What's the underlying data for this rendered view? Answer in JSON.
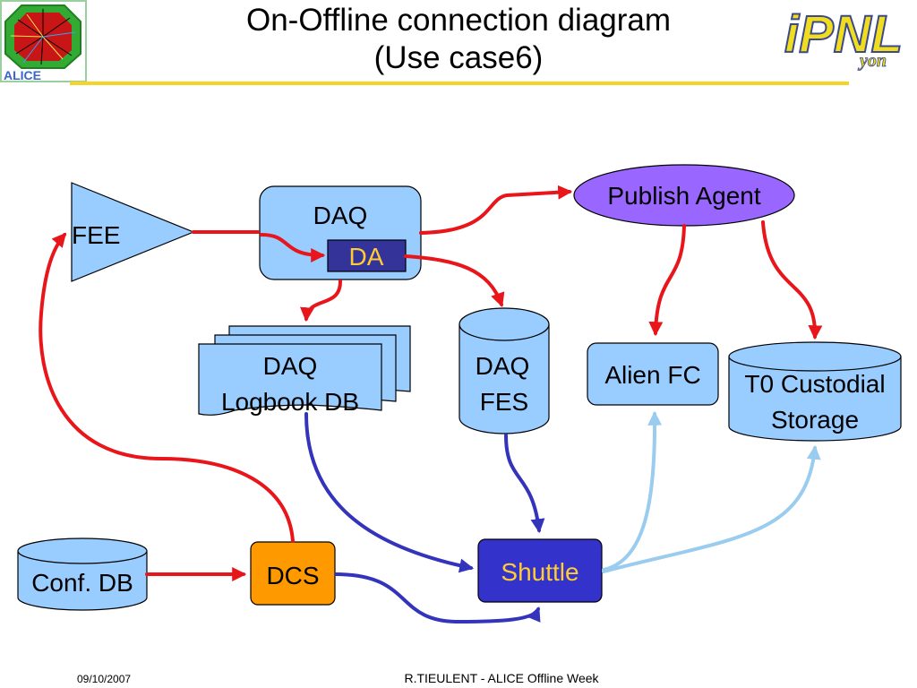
{
  "title": {
    "line1": "On-Offline connection diagram",
    "line2": "(Use case6)"
  },
  "logos": {
    "left_text": "ALICE",
    "right_text": "iPNL",
    "right_subtext": "yon"
  },
  "nodes": {
    "fee": "FEE",
    "daq": "DAQ",
    "da": "DA",
    "publish_agent": "Publish Agent",
    "daq_logbook_line1": "DAQ",
    "daq_logbook_line2": "Logbook DB",
    "daq_fes_line1": "DAQ",
    "daq_fes_line2": "FES",
    "alien_fc": "Alien FC",
    "t0_line1": "T0 Custodial",
    "t0_line2": "Storage",
    "conf_db": "Conf. DB",
    "dcs": "DCS",
    "shuttle": "Shuttle"
  },
  "colors": {
    "box_fill": "#99ccff",
    "publish_agent_fill": "#9966ff",
    "dcs_fill": "#ff9900",
    "shuttle_fill": "#3333cc",
    "da_fill": "#333399",
    "arrow_red": "#e8161b",
    "arrow_blue": "#3333bb",
    "arrow_light_blue": "#99ccee",
    "title_rule": "#f5d327"
  },
  "footer": {
    "date": "09/10/2007",
    "credit": "R.TIEULENT - ALICE Offline Week"
  }
}
